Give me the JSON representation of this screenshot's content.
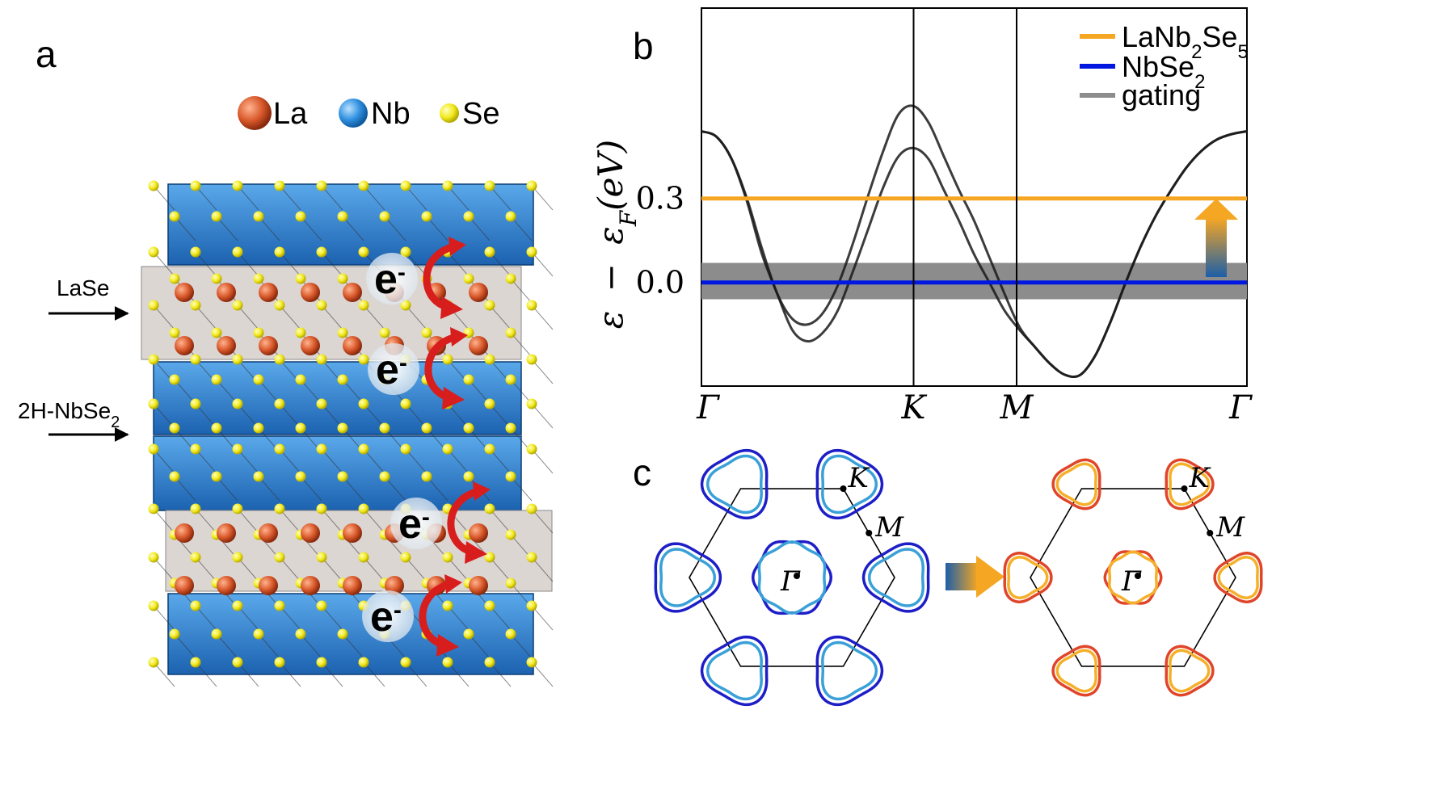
{
  "panels": {
    "a": "a",
    "b": "b",
    "c": "c"
  },
  "atoms_legend": [
    {
      "label": "La",
      "color": "#d8582a"
    },
    {
      "label": "Nb",
      "color": "#2f8fe0"
    },
    {
      "label": "Se",
      "color": "#f2ea1e"
    }
  ],
  "structure": {
    "layer_labels": {
      "lase": "LaSe",
      "nbse2": "2H-NbSe",
      "nbse2_sub": "2"
    },
    "electron": "e",
    "electron_sup": "-",
    "electron_count": 4
  },
  "colors": {
    "lanb2se5": "#f5a623",
    "nbse2": "#0018e0",
    "gating": "#8c8c8c",
    "nb_block": "#2f7fd0",
    "arrow_red": "#d81d1d"
  },
  "chart_data": {
    "type": "line",
    "title": "",
    "xlabel": "",
    "ylabel": "ε − ε_F(eV)",
    "ylabel_parts": {
      "eps": "ε",
      "minus": "−",
      "epsF": "ε",
      "sub": "F",
      "unit": "(eV)"
    },
    "x_ticks": [
      "Γ",
      "K",
      "M",
      "Γ"
    ],
    "y_ticks": [
      {
        "value": 0.3,
        "label": "0.3"
      },
      {
        "value": 0.0,
        "label": "0.0"
      }
    ],
    "ylim": [
      -0.37,
      0.98
    ],
    "legend": [
      {
        "label": "LaNb",
        "sub1": "2",
        "label2": "Se",
        "sub2": "5",
        "color": "#f5a623"
      },
      {
        "label": "NbSe",
        "sub1": "2",
        "label2": "",
        "sub2": "",
        "color": "#0018e0"
      },
      {
        "label": "gating",
        "sub1": "",
        "label2": "",
        "sub2": "",
        "color": "#8c8c8c"
      }
    ],
    "series": [
      {
        "x": [
          0.0,
          0.25,
          0.5,
          0.75,
          1.0,
          1.25,
          1.5,
          1.75,
          2.0,
          2.25,
          2.5,
          2.75,
          3.0,
          3.25,
          3.5,
          3.75,
          4.0,
          4.25,
          4.5,
          4.75,
          5.0,
          5.25,
          5.5,
          5.75,
          6.0,
          6.25,
          6.5,
          6.75,
          7.0,
          7.25,
          7.5,
          7.75,
          8.0,
          8.25,
          8.5,
          8.75,
          9.0
        ],
        "y": [
          0.54,
          0.52,
          0.44,
          0.3,
          0.12,
          -0.04,
          -0.13,
          -0.15,
          -0.11,
          -0.01,
          0.14,
          0.31,
          0.47,
          0.6,
          0.63,
          0.57,
          0.45,
          0.33,
          0.22,
          0.09,
          -0.04,
          -0.16,
          -0.23,
          -0.29,
          -0.33,
          -0.33,
          -0.26,
          -0.14,
          0.0,
          0.13,
          0.24,
          0.33,
          0.41,
          0.47,
          0.51,
          0.53,
          0.54
        ]
      },
      {
        "x": [
          0.0,
          0.25,
          0.5,
          0.75,
          1.0,
          1.25,
          1.5,
          1.75,
          2.0,
          2.25,
          2.5,
          2.75,
          3.0,
          3.25,
          3.5,
          3.75,
          4.0,
          4.25,
          4.5,
          4.75,
          5.0,
          5.25,
          5.5,
          5.75,
          6.0,
          6.25,
          6.5,
          6.75,
          7.0,
          7.25,
          7.5,
          7.75,
          8.0,
          8.25,
          8.5,
          8.75,
          9.0
        ],
        "y": [
          0.54,
          0.52,
          0.44,
          0.29,
          0.1,
          -0.04,
          -0.17,
          -0.21,
          -0.18,
          -0.1,
          0.04,
          0.19,
          0.34,
          0.45,
          0.48,
          0.44,
          0.33,
          0.22,
          0.1,
          0.0,
          -0.1,
          -0.17,
          -0.23,
          -0.29,
          -0.33,
          -0.33,
          -0.26,
          -0.14,
          0.0,
          0.13,
          0.24,
          0.33,
          0.41,
          0.47,
          0.51,
          0.53,
          0.54
        ]
      }
    ],
    "x_tick_positions": [
      0,
      3.5,
      5.2,
      9.0
    ],
    "lines": {
      "lanb2se5": 0.3,
      "nbse2": 0.0,
      "gating_band": [
        -0.06,
        0.07
      ]
    },
    "grid": false
  },
  "fermi_surface": {
    "points": {
      "gamma": "Γ",
      "k": "K",
      "m": "M"
    },
    "left_colors": [
      "#1d1ec7",
      "#3aa0d8"
    ],
    "right_colors": [
      "#e0452a",
      "#f5b02a"
    ]
  }
}
